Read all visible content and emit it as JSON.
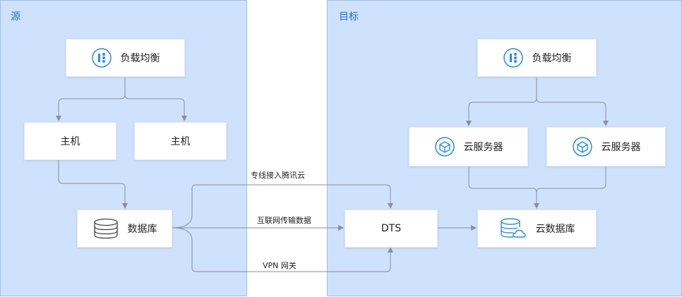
{
  "source": {
    "label": "源",
    "load_balancer": "负载均衡",
    "host_left": "主机",
    "host_right": "主机",
    "database": "数据库"
  },
  "target": {
    "label": "目标",
    "load_balancer": "负载均衡",
    "cvm_left": "云服务器",
    "cvm_right": "云服务器",
    "dts": "DTS",
    "cloud_database": "云数据库"
  },
  "links": {
    "direct_connect": "专线接入腾讯云",
    "internet": "互联网传输数据",
    "vpn": "VPN 网关"
  },
  "colors": {
    "zone_fill": "#cfe2fd",
    "zone_border": "#9ec0ec",
    "accent": "#1f6fd8",
    "icon_blue": "#2a8be0",
    "connector": "#8a8f99"
  }
}
